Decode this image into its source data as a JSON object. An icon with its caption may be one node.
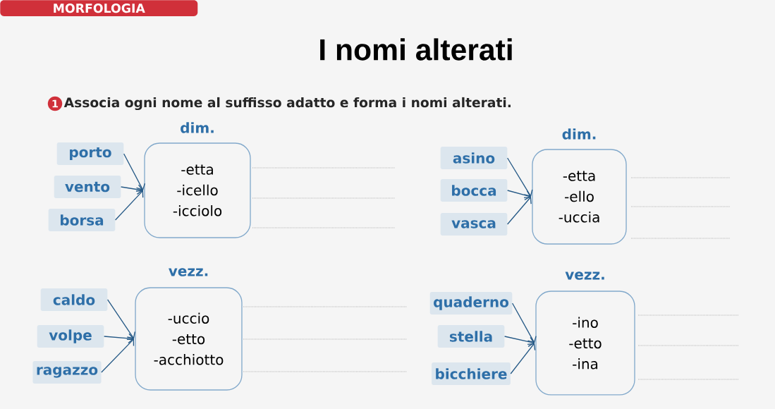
{
  "diagram": {
    "title": "I nomi alterati",
    "nodes": [
      {
        "text": [
          "porto"
        ]
      },
      {
        "text": [
          "vento"
        ]
      },
      {
        "text": [
          "borsa"
        ]
      },
      {
        "text": [
          "-etta",
          "-icello",
          "-icciolo"
        ],
        "beside": [
          "dim."
        ]
      },
      {
        "text": [
          "asino"
        ]
      },
      {
        "text": [
          "bocca"
        ]
      },
      {
        "text": [
          "vasca"
        ]
      },
      {
        "text": [
          "-etta",
          "-ello",
          "-uccia"
        ],
        "beside": [
          "dim."
        ]
      },
      {
        "text": [
          "caldo"
        ]
      },
      {
        "text": [
          "volpe"
        ]
      },
      {
        "text": [
          "ragazzo"
        ]
      },
      {
        "text": [
          "-uccio",
          "-etto",
          "-acchiotto"
        ],
        "beside": [
          "vezz."
        ]
      },
      {
        "text": [
          "quaderno"
        ]
      },
      {
        "text": [
          "stella"
        ]
      },
      {
        "text": [
          "bicchiere"
        ]
      },
      {
        "text": [
          "-ino",
          "-etto",
          "-ina"
        ],
        "beside": [
          "vezz."
        ]
      }
    ],
    "edges": [
      {
        "from": 0,
        "to": 3,
        "arrow": "to"
      },
      {
        "from": 1,
        "to": 3,
        "arrow": "to"
      },
      {
        "from": 2,
        "to": 3,
        "arrow": "to"
      },
      {
        "from": 4,
        "to": 7,
        "arrow": "to"
      },
      {
        "from": 5,
        "to": 7,
        "arrow": "to"
      },
      {
        "from": 6,
        "to": 7,
        "arrow": "to"
      },
      {
        "from": 8,
        "to": 11,
        "arrow": "to"
      },
      {
        "from": 9,
        "to": 11,
        "arrow": "to"
      },
      {
        "from": 10,
        "to": 11,
        "arrow": "to"
      },
      {
        "from": 12,
        "to": 15,
        "arrow": "to"
      },
      {
        "from": 13,
        "to": 15,
        "arrow": "to"
      },
      {
        "from": 14,
        "to": 15,
        "arrow": "to"
      }
    ],
    "labels": [
      "MORFOLOGIA",
      "1",
      "Associa ogni nome al suffisso adatto e forma i nomi alterati."
    ]
  }
}
